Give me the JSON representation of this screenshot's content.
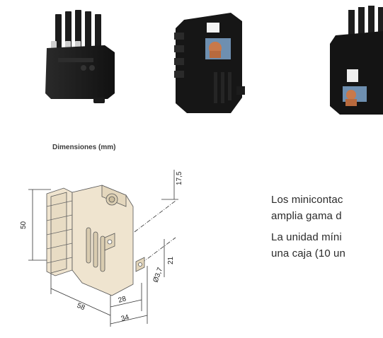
{
  "caption": "Dimensiones (mm)",
  "dimensions": {
    "height": "50",
    "width_long": "58",
    "depth_28": "28",
    "depth_34": "34",
    "top_offset": "17,5",
    "hole_offset": "21",
    "hole_diameter": "Ø3,7"
  },
  "text": {
    "p1_line1": "Los minicontac",
    "p1_line2": "amplia gama d",
    "p2_line1": "La unidad míni",
    "p2_line2": "una caja (10 un"
  },
  "colors": {
    "housing_black": "#1a1a1a",
    "housing_beige": "#efe4cf",
    "copper": "#c9794a"
  }
}
